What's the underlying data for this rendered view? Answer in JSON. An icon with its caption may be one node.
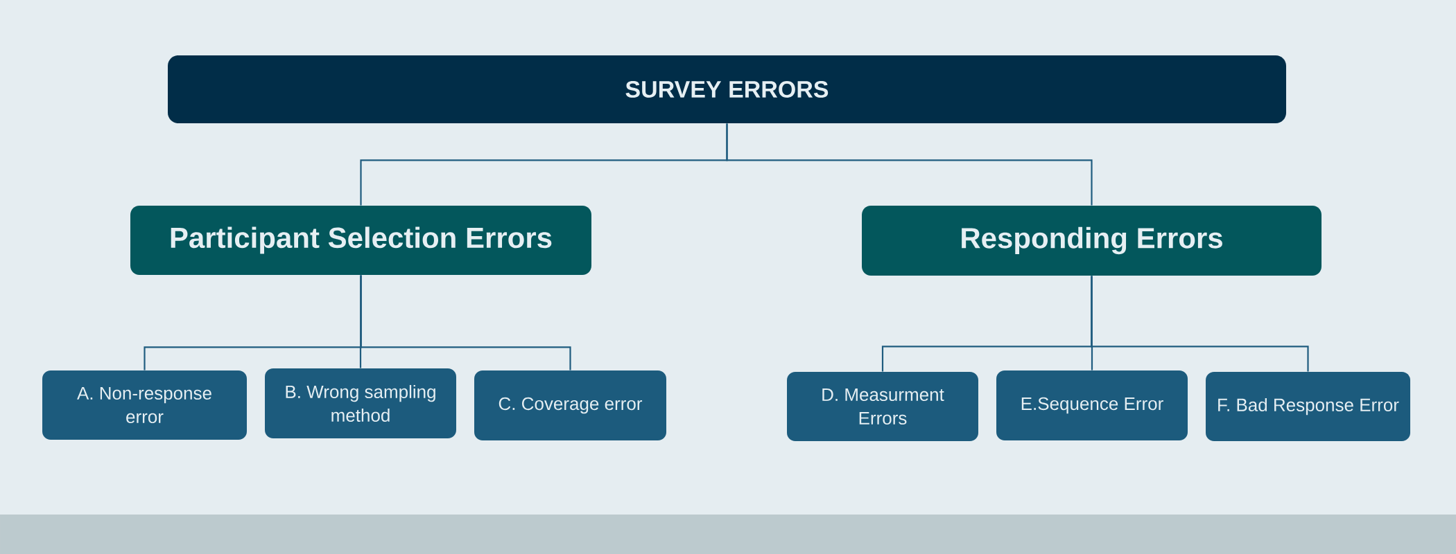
{
  "diagram": {
    "nodes": [
      {
        "text": [
          "SURVEY ERRORS"
        ]
      },
      {
        "text": [
          "Participant Selection Errors"
        ]
      },
      {
        "text": [
          "Responding Errors"
        ]
      },
      {
        "text": [
          "A. Non-response error"
        ]
      },
      {
        "text": [
          "B. Wrong sampling method"
        ]
      },
      {
        "text": [
          "C. Coverage error"
        ]
      },
      {
        "text": [
          "D. Measurment Errors"
        ]
      },
      {
        "text": [
          "E.Sequence Error"
        ]
      },
      {
        "text": [
          "F. Bad Response Error"
        ]
      }
    ],
    "edges": [
      {
        "from": 0,
        "to": 1,
        "arrow": "none"
      },
      {
        "from": 0,
        "to": 2,
        "arrow": "none"
      },
      {
        "from": 1,
        "to": 3,
        "arrow": "none"
      },
      {
        "from": 1,
        "to": 4,
        "arrow": "none"
      },
      {
        "from": 1,
        "to": 5,
        "arrow": "none"
      },
      {
        "from": 2,
        "to": 6,
        "arrow": "none"
      },
      {
        "from": 2,
        "to": 7,
        "arrow": "none"
      },
      {
        "from": 2,
        "to": 8,
        "arrow": "none"
      }
    ]
  }
}
